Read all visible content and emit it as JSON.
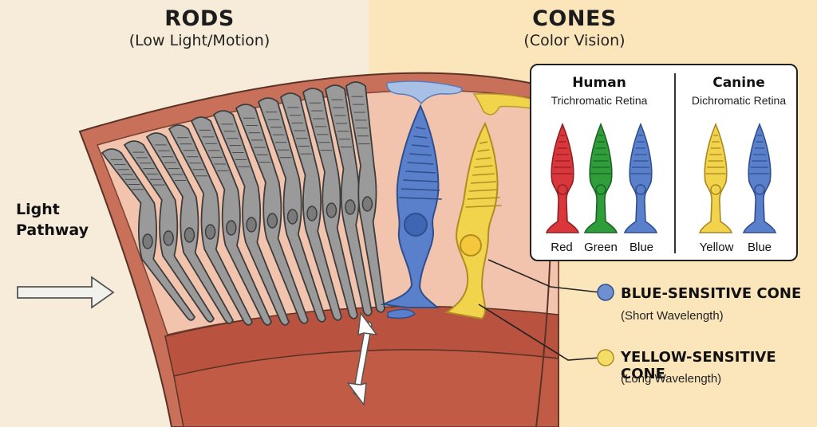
{
  "rods": {
    "title": "RODS",
    "subtitle": "(Low Light/Motion)"
  },
  "cones": {
    "title": "CONES",
    "subtitle": "(Color Vision)"
  },
  "light_pathway": {
    "line1": "Light",
    "line2": "Pathway"
  },
  "legend": {
    "human": {
      "title": "Human",
      "subtitle": "Trichromatic Retina",
      "labels": [
        "Red",
        "Green",
        "Blue"
      ]
    },
    "canine": {
      "title": "Canine",
      "subtitle": "Dichromatic Retina",
      "labels": [
        "Yellow",
        "Blue"
      ]
    }
  },
  "callouts": [
    {
      "title": "BLUE-SENSITIVE CONE",
      "subtitle": "(Short Wavelength)",
      "color": "#6f8fd0"
    },
    {
      "title": "YELLOW-SENSITIVE CONE",
      "subtitle": "(Long Wavelength)",
      "color": "#f3dd66"
    }
  ],
  "colors": {
    "red": "#d9373b",
    "green": "#2e9d3a",
    "blue": "#5a80cc",
    "yellow": "#f1d34c",
    "rod_gray": "#9a9a9a",
    "tissue": "#f2c4ae",
    "membrane": "#c8705a"
  }
}
